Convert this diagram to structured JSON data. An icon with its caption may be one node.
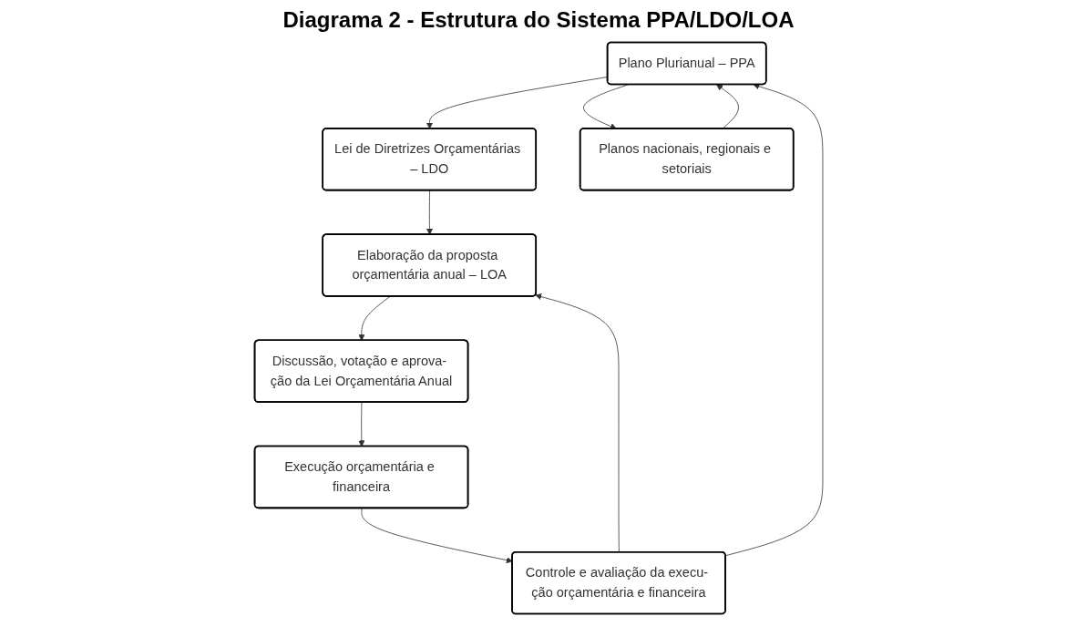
{
  "diagram": {
    "title": "Diagrama 2 - Estrutura do Sistema PPA/LDO/LOA",
    "nodes": [
      {
        "text": [
          "Plano Plurianual – PPA"
        ]
      },
      {
        "text": [
          "Lei de Diretrizes Orçamentárias – LDO"
        ]
      },
      {
        "text": [
          "Planos nacionais, regionais e setoriais"
        ]
      },
      {
        "text": [
          "Controle e avaliação da execu- ção orçamentária e financeira"
        ]
      },
      {
        "text": [
          "Elaboração da proposta orçamentária anual – LOA"
        ]
      },
      {
        "text": [
          "Execução orçamentária e financeira"
        ]
      },
      {
        "text": [
          "Discussão, votação e aprova- ção da Lei Orçamentária Anual"
        ]
      }
    ],
    "edges": [
      {
        "from": 0,
        "to": 1,
        "arrow": "to"
      },
      {
        "from": 0,
        "to": 2,
        "arrow": "to"
      },
      {
        "from": 2,
        "to": 0,
        "arrow": "to"
      },
      {
        "from": 1,
        "to": 4,
        "arrow": "to"
      },
      {
        "from": 3,
        "to": 4,
        "arrow": "to"
      },
      {
        "from": 3,
        "to": 0,
        "arrow": "to"
      },
      {
        "from": 4,
        "to": 6,
        "arrow": "to"
      },
      {
        "from": 6,
        "to": 5,
        "arrow": "to"
      },
      {
        "from": 5,
        "to": 3,
        "arrow": "to"
      }
    ]
  }
}
